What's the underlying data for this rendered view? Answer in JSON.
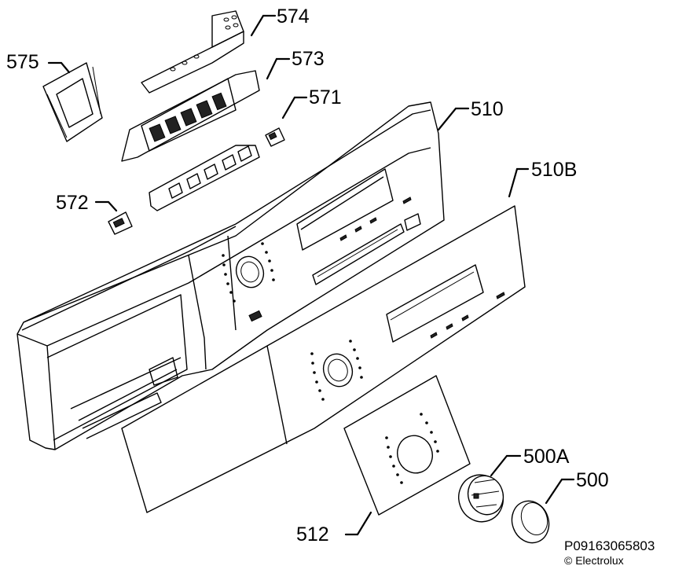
{
  "labels": {
    "p574": "574",
    "p575": "575",
    "p573": "573",
    "p571": "571",
    "p510": "510",
    "p510b": "510B",
    "p572": "572",
    "p500a": "500A",
    "p500": "500",
    "p512": "512"
  },
  "footer": {
    "code": "P09163065803",
    "copyright": "© Electrolux"
  }
}
